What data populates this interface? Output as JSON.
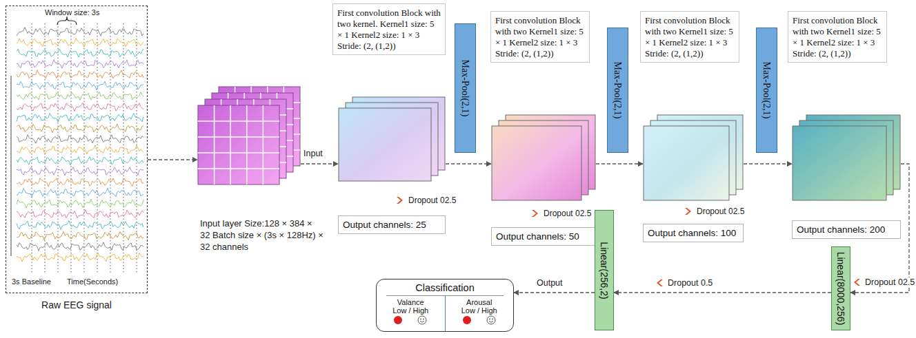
{
  "diagram": {
    "nodes": [
      {
        "text": [
          "Raw EEG signal"
        ]
      },
      {
        "text": [
          "Input layer Size:128 × 384 × 32 Batch size × (3s × 128Hz) × 32 channels"
        ]
      },
      {
        "text": [
          "First convolution Block with two kernel. Kernel1 size: 5 × 1 Kernel2 size: 1 × 3 Stride: (2, (1,2))"
        ]
      },
      {
        "text": [
          "Output channels: 25"
        ]
      },
      {
        "text": [
          "Max-Pool(2,1)"
        ]
      },
      {
        "text": [
          "First convolution Block with two Kernel1 size: 5 × 1 Kernel2 size: 1 × 3 Stride: (2, (1,2))"
        ]
      },
      {
        "text": [
          "Output channels: 50"
        ]
      },
      {
        "text": [
          "Max-Pool(2,1)"
        ]
      },
      {
        "text": [
          "First convolution Block with two Kernel1 size: 5 × 1 Kernel2 size: 1 × 3 Stride: (2, (1,2))"
        ]
      },
      {
        "text": [
          "Output channels: 100"
        ]
      },
      {
        "text": [
          "Max-Pool(2,1)"
        ]
      },
      {
        "text": [
          "First convolution Block with two Kernel1 size: 5 × 1 Kernel2 size: 1 × 3 Stride: (2, (1,2))"
        ]
      },
      {
        "text": [
          "Output channels: 200"
        ]
      },
      {
        "text": [
          "Linear(8000,256)"
        ]
      },
      {
        "text": [
          "Linear(256,2)"
        ]
      },
      {
        "text": [
          "Classification",
          "Valance",
          "Low / High",
          "Arousal",
          "Low / High"
        ]
      }
    ],
    "edges": [
      {
        "from": 0,
        "to": 1,
        "arrow": "to"
      },
      {
        "from": 1,
        "to": 3,
        "label": "Input",
        "arrow": "to"
      },
      {
        "from": 3,
        "to": 6,
        "arrow": "to"
      },
      {
        "from": 6,
        "to": 9,
        "arrow": "to"
      },
      {
        "from": 9,
        "to": 12,
        "arrow": "to"
      },
      {
        "from": 12,
        "to": 13,
        "label": "Dropout 02.5",
        "arrow": "to"
      },
      {
        "from": 13,
        "to": 14,
        "label": "Dropout 0.5",
        "arrow": "to"
      },
      {
        "from": 14,
        "to": 15,
        "label": "Output",
        "arrow": "to"
      }
    ],
    "labels": [
      "Window size: 3s",
      "3s Baseline",
      "Time(Seconds)",
      "Dropout 02.5",
      "Dropout 02.5",
      "Dropout 02.5"
    ]
  }
}
